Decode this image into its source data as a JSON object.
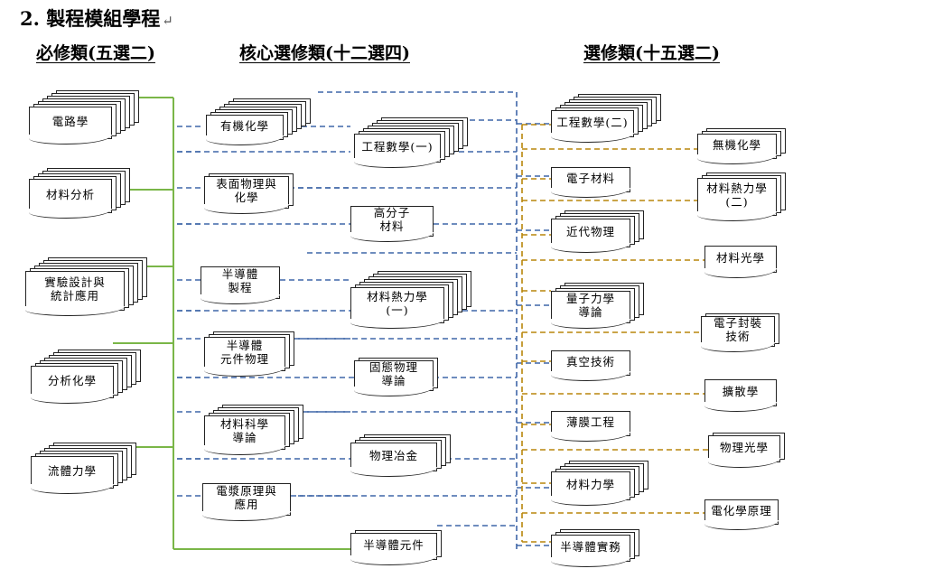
{
  "title": "2. 製程模組學程",
  "categories": {
    "required": "必修類(五選二)",
    "core": "核心選修類(十二選四)",
    "elective": "選修類(十五選二)"
  },
  "required_courses": [
    "電路學",
    "材料分析",
    "實驗設計與\n統計應用",
    "分析化學",
    "流體力學"
  ],
  "core_courses": [
    "有機化學",
    "工程數學(一)",
    "表面物理與\n化學",
    "高分子\n材料",
    "半導體\n製程",
    "材料熱力學\n(一)",
    "半導體\n元件物理",
    "固態物理\n導論",
    "材料科學\n導論",
    "物理冶金",
    "電漿原理與\n應用",
    "半導體元件"
  ],
  "elective_courses": [
    "工程數學(二)",
    "無機化學",
    "電子材料",
    "材料熱力學\n(二)",
    "近代物理",
    "材料光學",
    "量子力學\n導論",
    "電子封裝\n技術",
    "真空技術",
    "擴散學",
    "薄膜工程",
    "物理光學",
    "材料力學",
    "電化學原理",
    "半導體實務"
  ],
  "colors": {
    "required_line": "#7ab648",
    "core_line": "#3f66a8",
    "elective_line": "#b8860b"
  }
}
